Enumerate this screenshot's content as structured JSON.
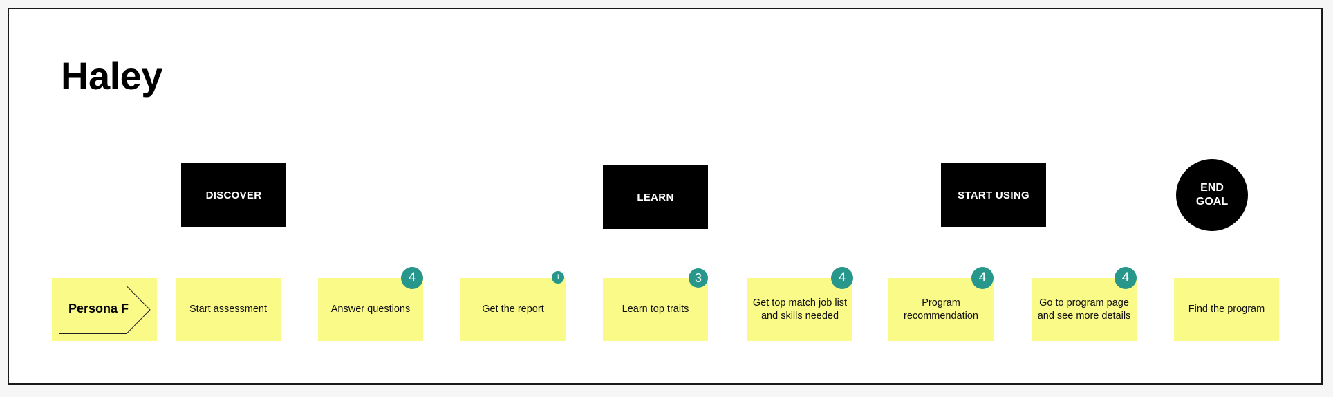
{
  "board": {
    "title": "Haley"
  },
  "stages": {
    "discover": "DISCOVER",
    "learn": "LEARN",
    "start_using": "START USING"
  },
  "end_goal": "END GOAL",
  "persona": "Persona F",
  "steps": [
    {
      "label": "Start assessment"
    },
    {
      "label": "Answer questions",
      "badge": "4"
    },
    {
      "label": "Get the report",
      "badge": "1"
    },
    {
      "label": "Learn top traits",
      "badge": "3"
    },
    {
      "label": "Get top match job list and skills needed",
      "badge": "4"
    },
    {
      "label": "Program recommendation",
      "badge": "4"
    },
    {
      "label": "Go to program page and see more details",
      "badge": "4"
    },
    {
      "label": "Find the program"
    }
  ],
  "colors": {
    "sticky_note": "#fafa88",
    "badge": "#26978a",
    "stage_block": "#000000",
    "frame_border": "#1a1a1a"
  },
  "icons": {
    "persona": "arrow-tag-shape"
  }
}
